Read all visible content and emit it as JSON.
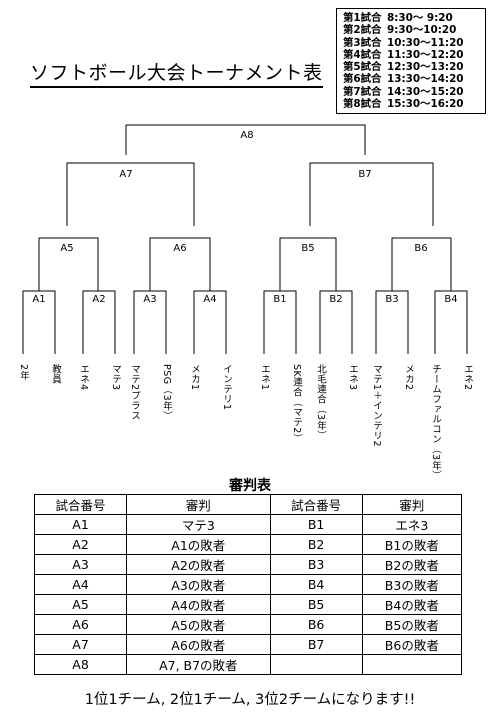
{
  "title": "ソフトボール大会トーナメント表",
  "schedule": [
    {
      "game": "第1試合",
      "time": "8:30～ 9:20"
    },
    {
      "game": "第2試合",
      "time": "9:30～10:20"
    },
    {
      "game": "第3試合",
      "time": "10:30～11:20"
    },
    {
      "game": "第4試合",
      "time": "11:30～12:20"
    },
    {
      "game": "第5試合",
      "time": "12:30～13:20"
    },
    {
      "game": "第6試合",
      "time": "13:30～14:20"
    },
    {
      "game": "第7試合",
      "time": "14:30～15:20"
    },
    {
      "game": "第8試合",
      "time": "15:30～16:20"
    }
  ],
  "bracket": {
    "final": "A8",
    "semis": [
      "A7",
      "B7"
    ],
    "quarters": [
      "A5",
      "A6",
      "B5",
      "B6"
    ],
    "firsts": [
      "A1",
      "A2",
      "A3",
      "A4",
      "B1",
      "B2",
      "B3",
      "B4"
    ],
    "teams": [
      "2年",
      "教員",
      "エネ4",
      "マテ3",
      "マテ2プラス",
      "PSG（3年）",
      "メカ1",
      "インテリ1",
      "エネ1",
      "SK連合（マテ2）",
      "北毛連合（3年）",
      "エネ3",
      "マテ1＋インテリ2",
      "メカ2",
      "チームファルコン（3年）",
      "エネ2"
    ]
  },
  "referee": {
    "title": "審判表",
    "headers": [
      "試合番号",
      "審判",
      "試合番号",
      "審判"
    ],
    "rows": [
      [
        "A1",
        "マテ3",
        "B1",
        "エネ3"
      ],
      [
        "A2",
        "A1の敗者",
        "B2",
        "B1の敗者"
      ],
      [
        "A3",
        "A2の敗者",
        "B3",
        "B2の敗者"
      ],
      [
        "A4",
        "A3の敗者",
        "B4",
        "B3の敗者"
      ],
      [
        "A5",
        "A4の敗者",
        "B5",
        "B4の敗者"
      ],
      [
        "A6",
        "A5の敗者",
        "B6",
        "B5の敗者"
      ],
      [
        "A7",
        "A6の敗者",
        "B7",
        "B6の敗者"
      ],
      [
        "A8",
        "A7, B7の敗者",
        "",
        ""
      ]
    ]
  },
  "footer": "1位1チーム, 2位1チーム, 3位2チームになります!!"
}
